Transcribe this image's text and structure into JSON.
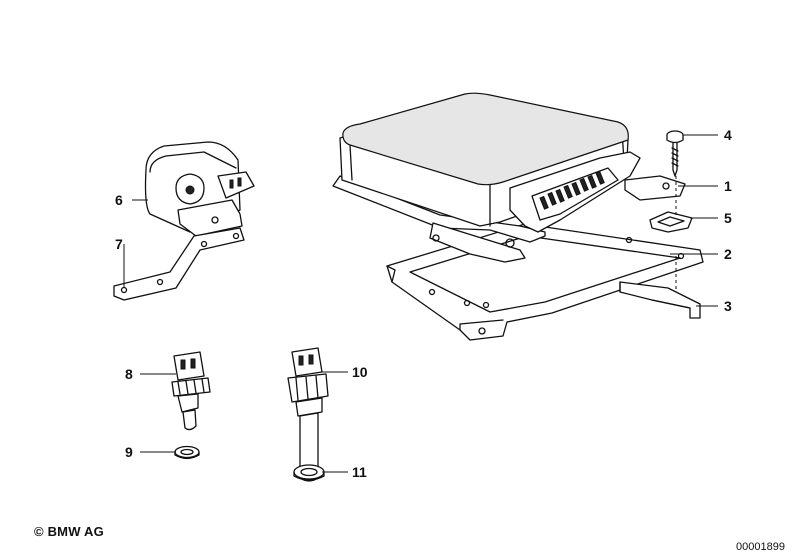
{
  "callouts": {
    "c1": "1",
    "c2": "2",
    "c3": "3",
    "c4": "4",
    "c5": "5",
    "c6": "6",
    "c7": "7",
    "c8": "8",
    "c9": "9",
    "c10": "10",
    "c11": "11"
  },
  "footer": {
    "copyright": "© BMW AG",
    "diagram_id": "00001899"
  }
}
